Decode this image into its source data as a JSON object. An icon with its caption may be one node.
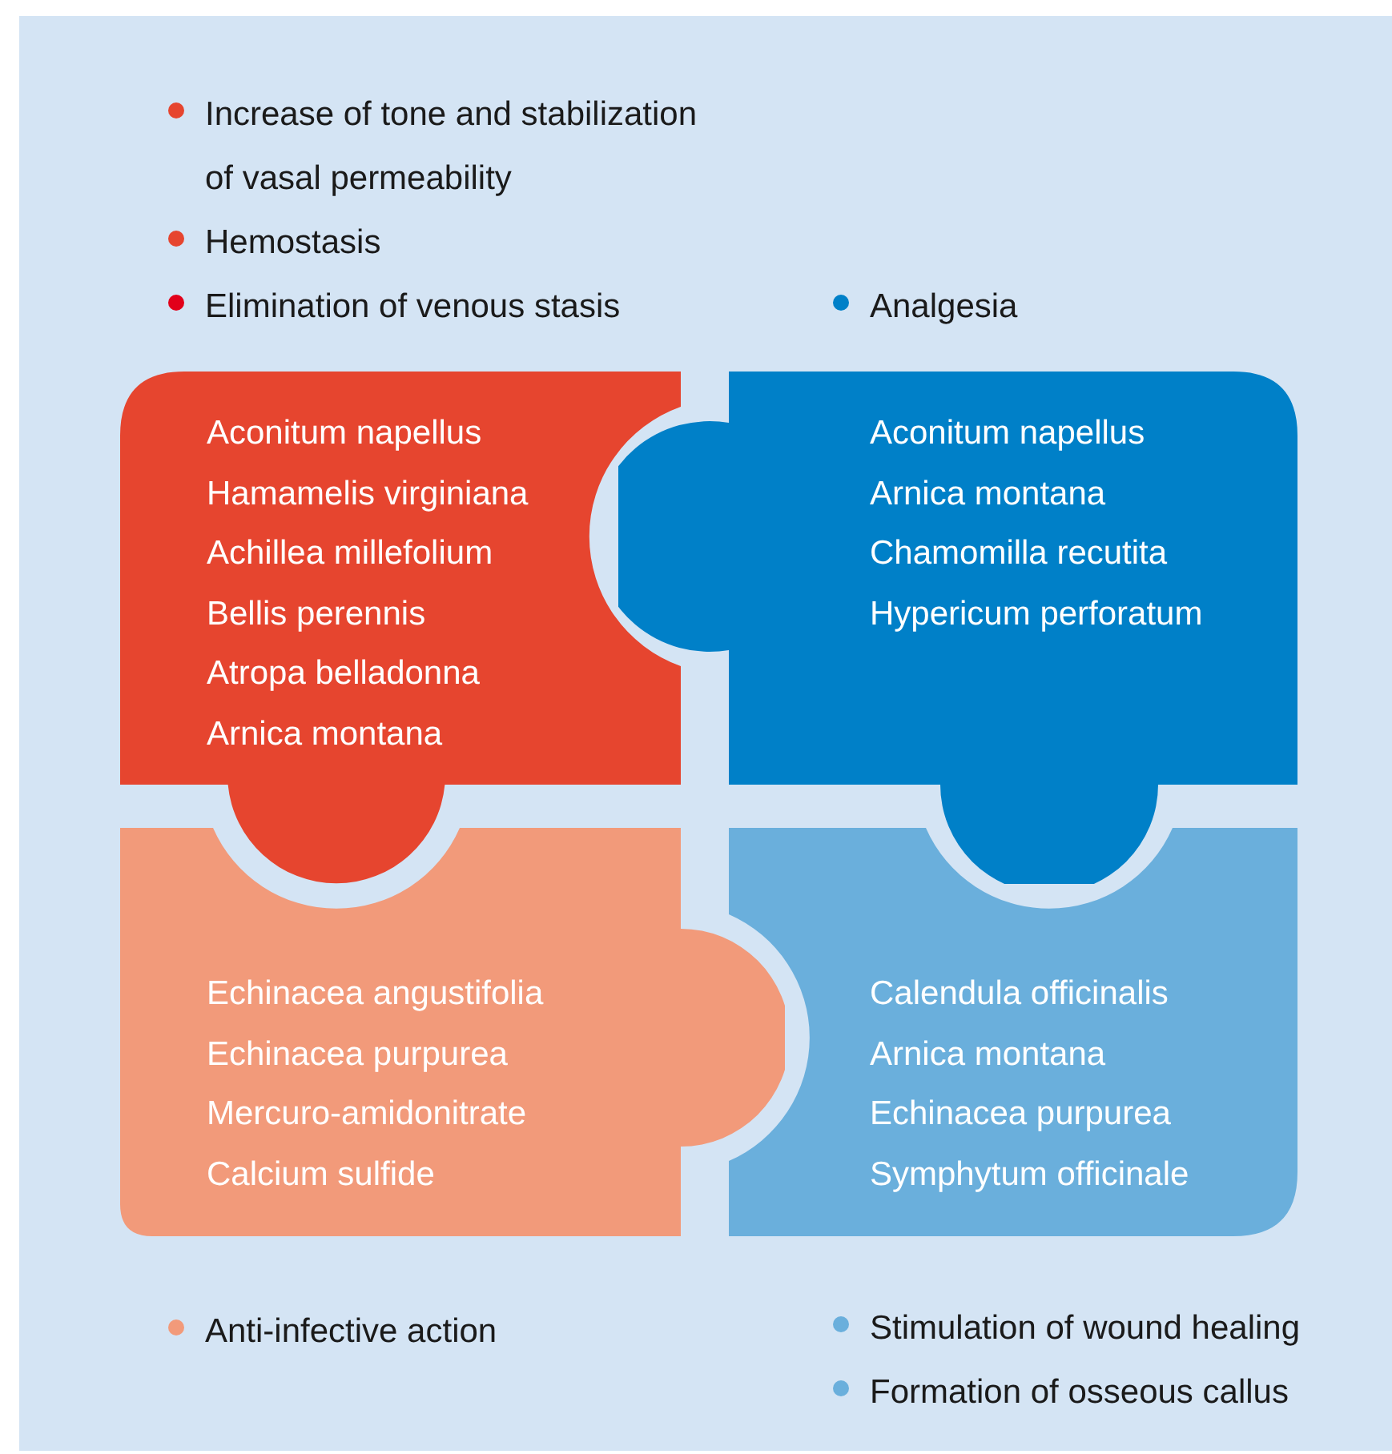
{
  "diagram": {
    "nodes": [
      {
        "text": [
          "Aconitum napellus",
          "Hamamelis virginiana",
          "Achillea millefolium",
          "Bellis perennis",
          "Atropa belladonna",
          "Arnica montana"
        ]
      },
      {
        "text": [
          "Aconitum napellus",
          "Arnica montana",
          "Chamomilla recutita",
          "Hypericum perforatum"
        ]
      },
      {
        "text": [
          "Echinacea angustifolia",
          "Echinacea purpurea",
          "Mercuro-amidonitrate",
          "Calcium sulfide"
        ]
      },
      {
        "text": [
          "Calendula officinalis",
          "Arnica montana",
          "Echinacea purpurea",
          "Symphytum officinale"
        ]
      }
    ],
    "legend": [
      {
        "text": "Increase of tone and stabilization of vasal permeability",
        "color": "#e6452f"
      },
      {
        "text": "Hemostasis",
        "color": "#e6452f"
      },
      {
        "text": "Elimination of venous stasis",
        "color": "#e2001a"
      },
      {
        "text": "Analgesia",
        "color": "#0080c8"
      },
      {
        "text": "Anti-infective action",
        "color": "#f29a7a"
      },
      {
        "text": "Stimulation of wound healing",
        "color": "#6aafdc"
      },
      {
        "text": "Formation of osseous callus",
        "color": "#6aafdc"
      }
    ]
  }
}
